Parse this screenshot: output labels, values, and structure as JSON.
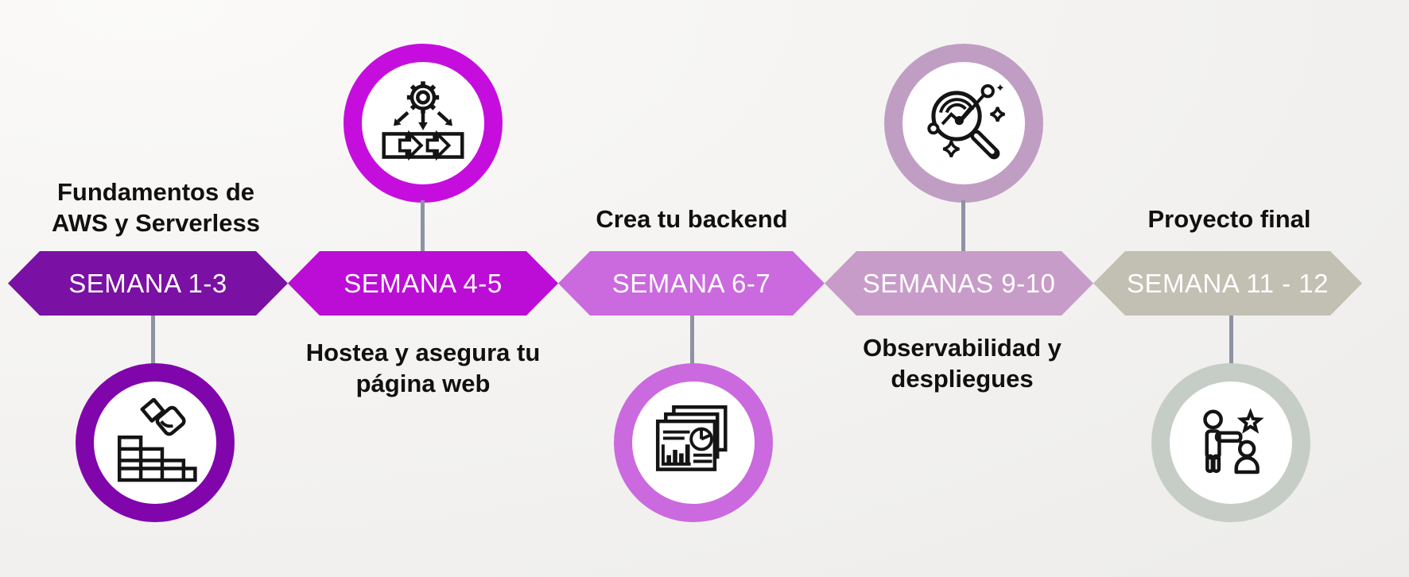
{
  "page": {
    "background_top": "#fbfaf9",
    "background_mid": "#f3f2f0",
    "background_bottom": "#edecea"
  },
  "timeline": {
    "connector_color": "#8e93a4",
    "text_color": "#101010",
    "label_color": "#ffffff",
    "stages": [
      {
        "week_label": "SEMANA 1-3",
        "title": "Fundamentos de AWS y Serverless",
        "title_lines": [
          "Fundamentos de",
          "AWS y Serverless"
        ],
        "title_position": "above",
        "icon_position": "below",
        "icon": "bricklaying-icon",
        "hex_color": "#7a10a4",
        "ring_color": "#8006ac"
      },
      {
        "week_label": "SEMANA 4-5",
        "title": "Hostea y asegura tu página web",
        "title_lines": [
          "Hostea y asegura tu",
          "página web"
        ],
        "title_position": "below",
        "icon_position": "above",
        "icon": "workflow-gear-icon",
        "hex_color": "#bc0dd6",
        "ring_color": "#c50edd"
      },
      {
        "week_label": "SEMANA 6-7",
        "title": "Crea tu backend",
        "title_lines": [
          "Crea tu backend"
        ],
        "title_position": "above",
        "icon_position": "below",
        "icon": "reports-icon",
        "hex_color": "#cb69de",
        "ring_color": "#cb69de"
      },
      {
        "week_label": "SEMANAS 9-10",
        "title": "Observabilidad y despliegues",
        "title_lines": [
          "Observabilidad y",
          "despliegues"
        ],
        "title_position": "below",
        "icon_position": "above",
        "icon": "monitoring-magnifier-icon",
        "hex_color": "#c89cc9",
        "ring_color": "#c09ec3"
      },
      {
        "week_label": "SEMANA 11 - 12",
        "title": "Proyecto final",
        "title_lines": [
          "Proyecto final"
        ],
        "title_position": "above",
        "icon_position": "below",
        "icon": "team-presentation-icon",
        "hex_color": "#c2bfb3",
        "ring_color": "#c6cdc6"
      }
    ]
  }
}
